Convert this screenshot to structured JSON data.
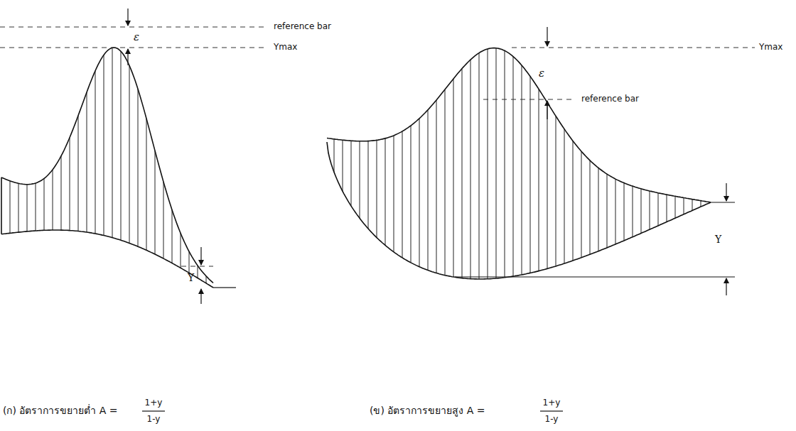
{
  "diagram": {
    "labels": [
      "reference bar",
      "ε",
      "Ymax",
      "Y",
      "Ymax",
      "ε",
      "reference bar",
      "Y",
      "(ก) อัตราการขยายต่ำ A =",
      "1+y",
      "1-y",
      "(ข) อัตราการขยายสูง A =",
      "1+y",
      "1-y"
    ]
  }
}
